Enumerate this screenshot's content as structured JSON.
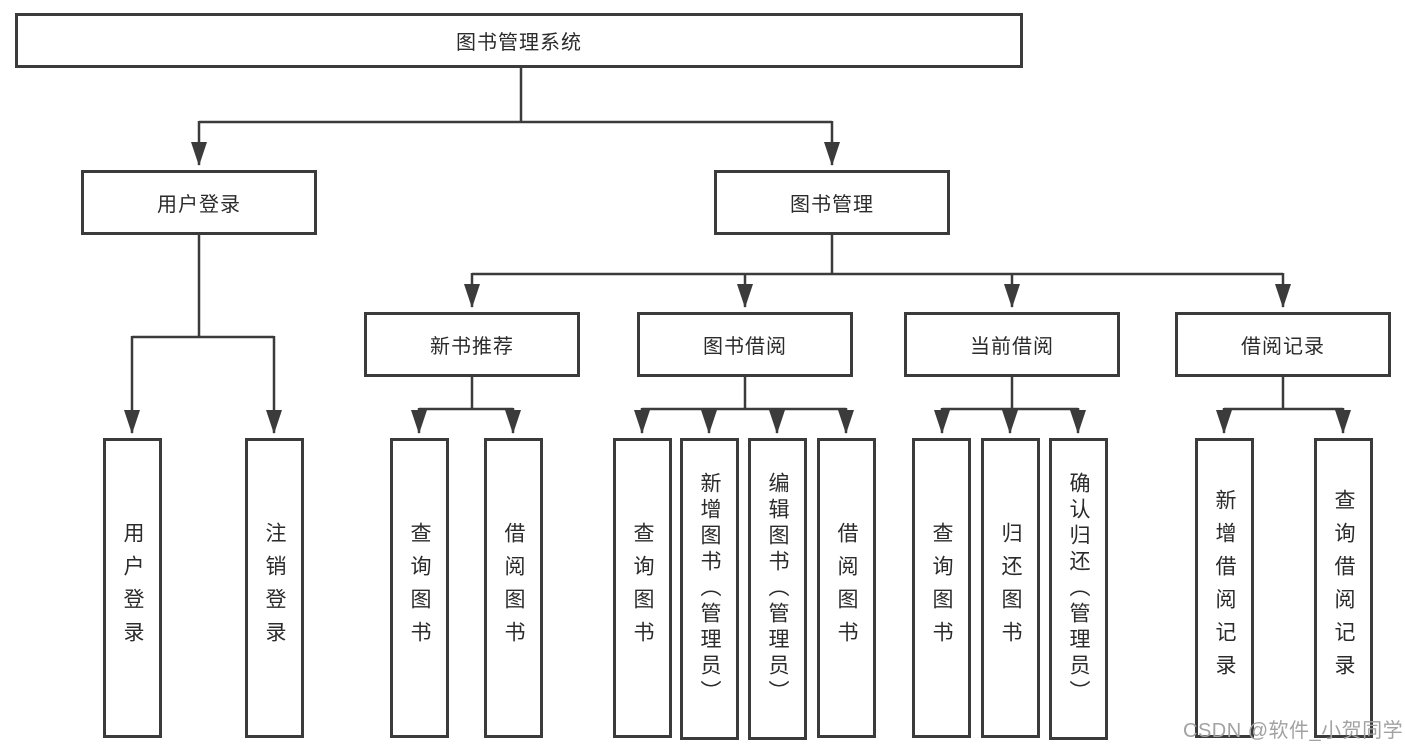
{
  "colors": {
    "line": "#3b3b3b",
    "text": "#2b2b2b",
    "background": "#ffffff",
    "watermark": "#a2a2a2"
  },
  "tree": {
    "label": "图书管理系统",
    "children": [
      {
        "label": "用户登录",
        "children": [
          {
            "label": "用户登录"
          },
          {
            "label": "注销登录"
          }
        ]
      },
      {
        "label": "图书管理",
        "children": [
          {
            "label": "新书推荐",
            "children": [
              {
                "label": "查询图书"
              },
              {
                "label": "借阅图书"
              }
            ]
          },
          {
            "label": "图书借阅",
            "children": [
              {
                "label": "查询图书"
              },
              {
                "label": "新增图书（管理员）"
              },
              {
                "label": "编辑图书（管理员）"
              },
              {
                "label": "借阅图书"
              }
            ]
          },
          {
            "label": "当前借阅",
            "children": [
              {
                "label": "查询图书"
              },
              {
                "label": "归还图书"
              },
              {
                "label": "确认归还（管理员）"
              }
            ]
          },
          {
            "label": "借阅记录",
            "children": [
              {
                "label": "新增借阅记录"
              },
              {
                "label": "查询借阅记录"
              }
            ]
          }
        ]
      }
    ]
  },
  "watermark": "CSDN @软件_小贺同学"
}
